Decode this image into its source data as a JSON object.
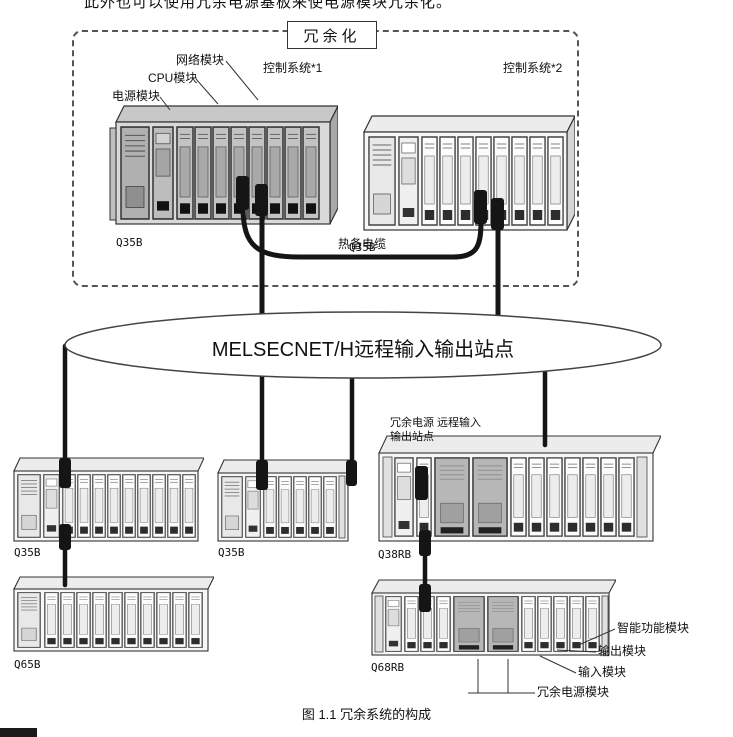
{
  "page": {
    "intro_text": "此外也可以使用冗余电源基板来使电源模块冗余化。",
    "caption": "图 1.1 冗余系统的构成"
  },
  "redundancy": {
    "title": "冗余化",
    "module_labels": {
      "network": "网络模块",
      "cpu": "CPU模块",
      "power": "电源模块"
    },
    "control_system_1": "控制系统*1",
    "control_system_2": "控制系统*2",
    "tracking_cable": "热备电缆"
  },
  "network": {
    "ellipse_label": "MELSECNET/H远程输入输出站点"
  },
  "remote_note": {
    "line1": "冗余电源 远程输入",
    "line2": "输出站点"
  },
  "racks": {
    "top_left": "Q35B",
    "top_right": "Q35B",
    "mid_left": "Q35B",
    "mid_center": "Q35B",
    "mid_right": "Q38RB",
    "bottom_left": "Q65B",
    "bottom_right": "Q68RB"
  },
  "callouts": {
    "intelligent_function_module": "智能功能模块",
    "output_module": "输出模块",
    "input_module": "输入模块",
    "redundant_power_module": "冗余电源模块"
  },
  "colors": {
    "line": "#333333",
    "cable": "#151515",
    "redundant_power_fill": "#b7b7b7"
  }
}
